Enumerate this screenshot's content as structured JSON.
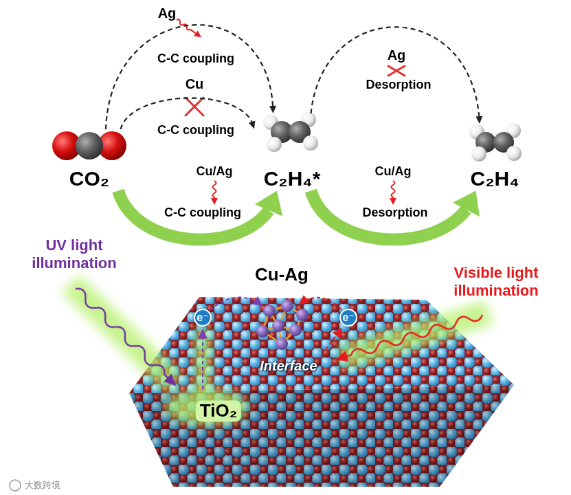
{
  "diagram": {
    "nodes": [
      {
        "text": [
          "CO₂"
        ]
      },
      {
        "text": [
          "C₂H₄*"
        ]
      },
      {
        "text": [
          "C₂H₄"
        ]
      },
      {
        "text": [
          "e⁻"
        ]
      },
      {
        "text": [
          "e⁻"
        ]
      }
    ],
    "edges": [
      {
        "from": 0,
        "to": 1,
        "arrow": "to",
        "label": "C-C coupling"
      },
      {
        "from": 0,
        "to": 1,
        "arrow": "to",
        "label": "C-C coupling"
      },
      {
        "from": 0,
        "to": 1,
        "arrow": "to",
        "label": "C-C coupling"
      },
      {
        "from": 1,
        "to": 2,
        "arrow": "to",
        "label": "Desorption"
      },
      {
        "from": 1,
        "to": 2,
        "arrow": "to",
        "label": "Desorption"
      }
    ],
    "labels": [
      "Ag",
      "Cu",
      "Cu/Ag",
      "Ag",
      "Cu/Ag",
      "UV light illumination",
      "Cu-Ag",
      "Visible light illumination",
      "Interface",
      "TiO₂",
      "大数跨境"
    ]
  }
}
